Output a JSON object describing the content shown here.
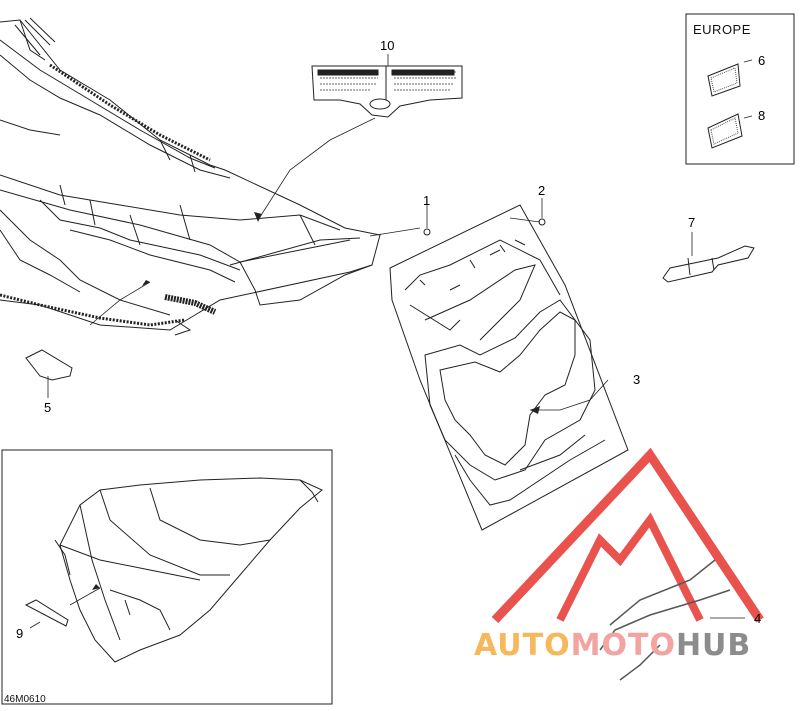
{
  "callouts": {
    "c1": "1",
    "c2": "2",
    "c3": "3",
    "c4": "4",
    "c5": "5",
    "c6": "6",
    "c7": "7",
    "c8": "8",
    "c9": "9",
    "c10": "10"
  },
  "europe_box": {
    "label": "EUROPE"
  },
  "figure_code": "46M0610",
  "watermark": {
    "part1": "AUTO",
    "part2": "MOTO",
    "part3": "HUB"
  },
  "colors": {
    "line": "#222222",
    "watermark_red": "#e8403a",
    "watermark_orange": "#f6b85c",
    "watermark_gray": "#8c8c8c"
  }
}
